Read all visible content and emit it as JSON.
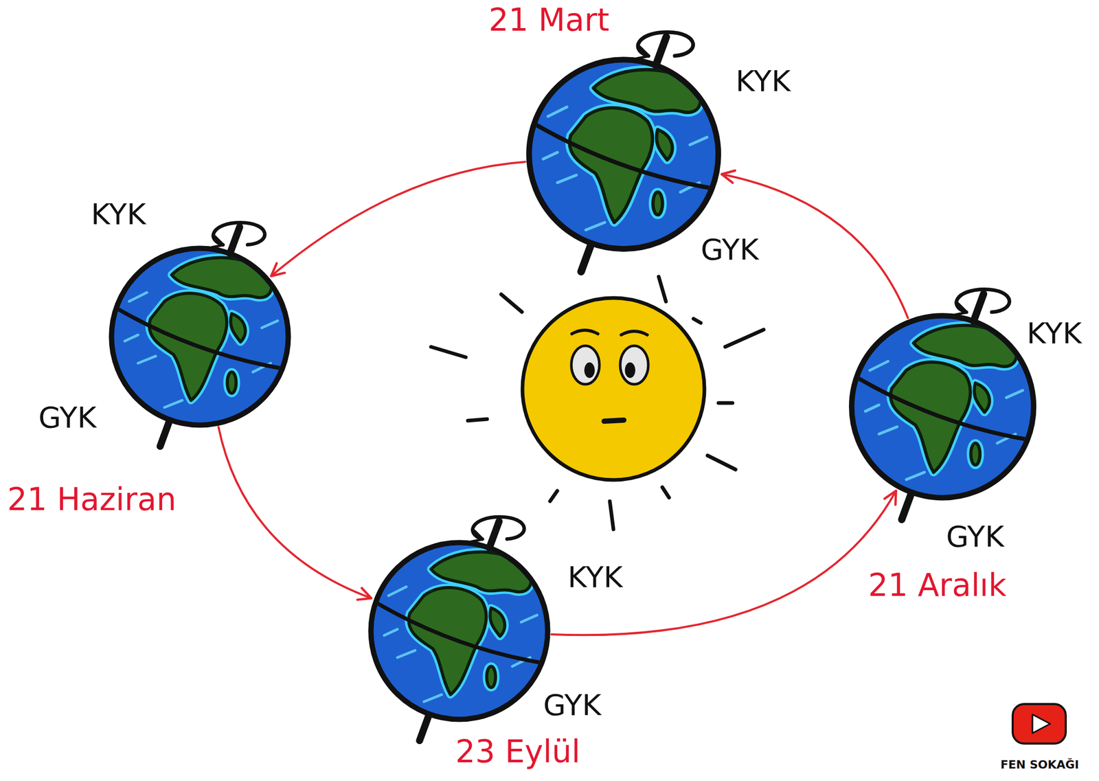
{
  "diagram": {
    "nodes": [
      {
        "text": [
          "21 Mart"
        ]
      },
      {
        "text": [
          "21 Haziran"
        ]
      },
      {
        "text": [
          "23 Eylül"
        ]
      },
      {
        "text": [
          "21 Aralık"
        ]
      }
    ],
    "edges": [
      {
        "from": 0,
        "to": 1,
        "arrow": "to"
      },
      {
        "from": 1,
        "to": 2,
        "arrow": "to"
      },
      {
        "from": 2,
        "to": 3,
        "arrow": "to"
      },
      {
        "from": 3,
        "to": 0,
        "arrow": "to"
      }
    ],
    "labels": [
      "KYK",
      "GYK",
      "KYK",
      "GYK",
      "KYK",
      "GYK",
      "KYK",
      "GYK",
      "FEN SOKAĞI"
    ]
  }
}
